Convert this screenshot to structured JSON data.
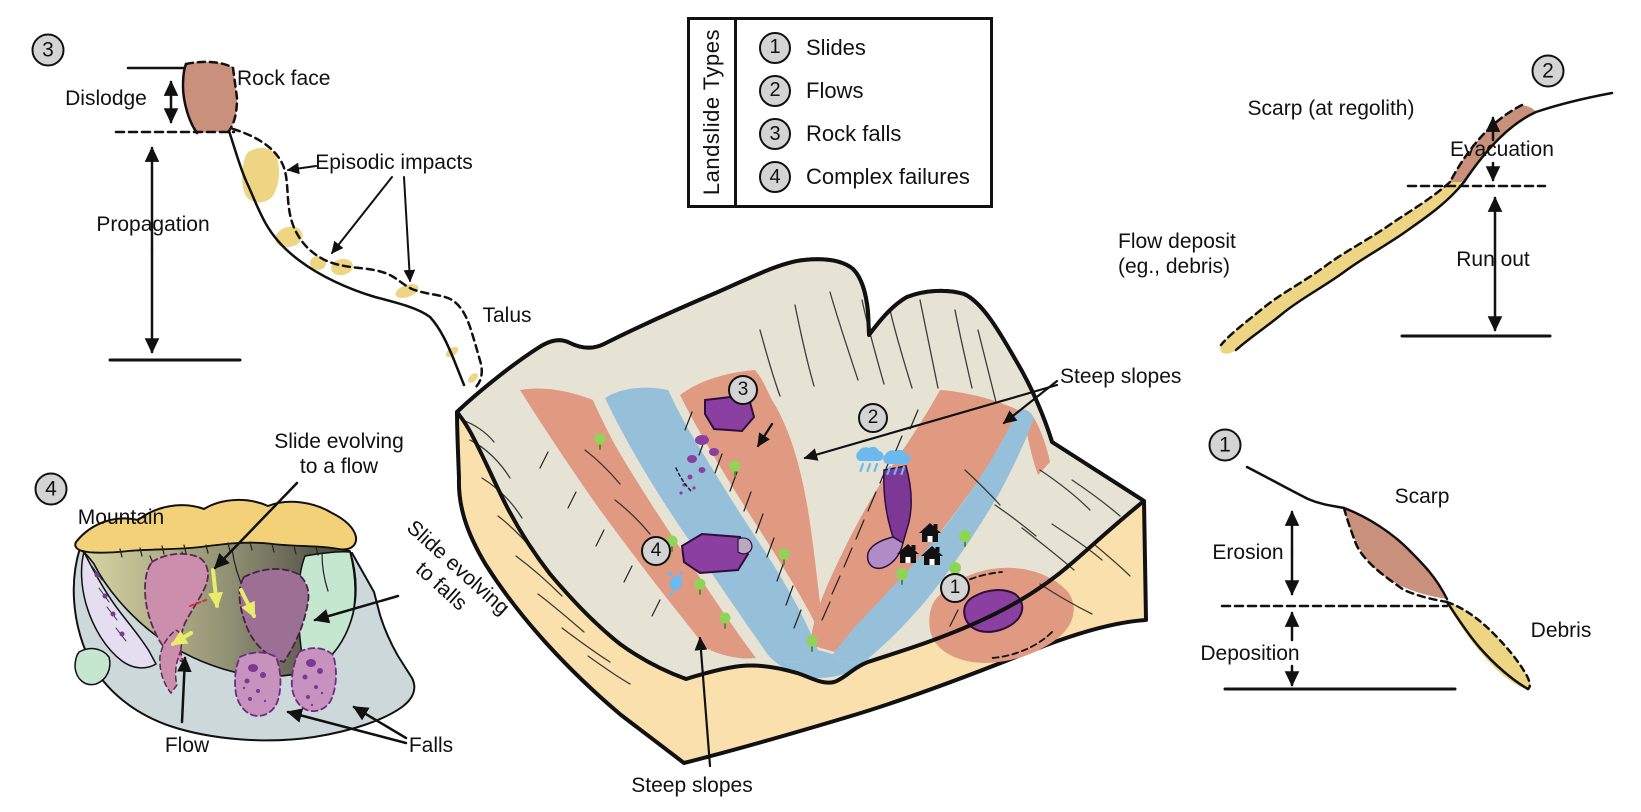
{
  "legend": {
    "title": "Landslide Types",
    "items": [
      {
        "num": "1",
        "label": "Slides"
      },
      {
        "num": "2",
        "label": "Flows"
      },
      {
        "num": "3",
        "label": "Rock falls"
      },
      {
        "num": "4",
        "label": "Complex failures"
      }
    ]
  },
  "rockfalls": {
    "num": "3",
    "dislodge": "Dislodge",
    "rock_face": "Rock face",
    "episodic_impacts": "Episodic impacts",
    "propagation": "Propagation",
    "talus": "Talus"
  },
  "flows": {
    "num": "2",
    "scarp": "Scarp (at regolith)",
    "evacuation": "Evacuation",
    "flow_deposit_line1": "Flow deposit",
    "flow_deposit_line2": "(eg., debris)",
    "run_out": "Run out"
  },
  "slides": {
    "num": "1",
    "scarp": "Scarp",
    "erosion": "Erosion",
    "deposition": "Deposition",
    "debris": "Debris"
  },
  "complex": {
    "num": "4",
    "mountain": "Mountain",
    "slide_flow_line1": "Slide evolving",
    "slide_flow_line2": "to a flow",
    "slide_falls_line1": "Slide evolving",
    "slide_falls_line2": "to falls",
    "flow": "Flow",
    "falls": "Falls"
  },
  "block": {
    "marker1": "1",
    "marker2": "2",
    "marker3": "3",
    "marker4": "4",
    "steep_slopes_right": "Steep slopes",
    "steep_slopes_bottom": "Steep slopes"
  },
  "colors": {
    "scarp_brown": "#c9907c",
    "deposit_yellow": "#eed584",
    "steep_slope_salmon": "#e09a82",
    "river_blue": "#96c0da",
    "terrain_cream": "#e7e3d4",
    "block_side_tan": "#f9e0ac",
    "landslide_purple": "#8b3fa0",
    "flow_purple_light": "#b18bc5",
    "badge_gray": "#d4d4d4",
    "tree_green": "#8ed455",
    "rain_blue": "#6cb9ee",
    "ridge_yellow": "#f2d178",
    "mint_green": "#c5e6cf",
    "platform_gray": "#ccd8da",
    "slide_pink": "#cb8fad",
    "arrow_yellow": "#e8ec6a"
  }
}
